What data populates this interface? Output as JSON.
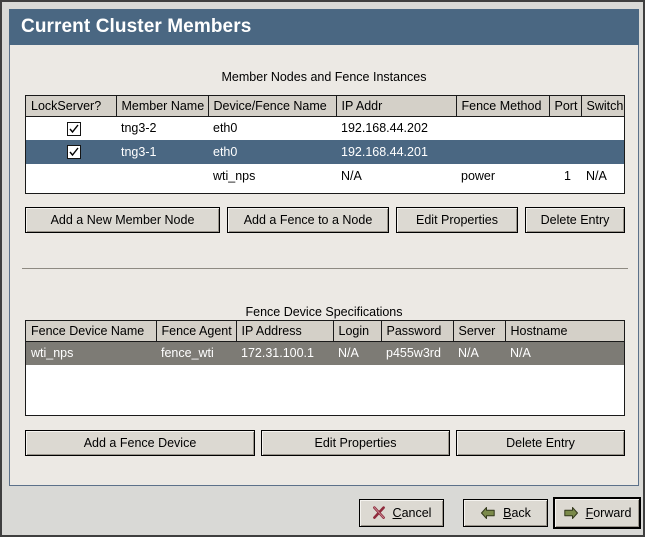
{
  "window": {
    "title": "Current Cluster Members"
  },
  "member_section": {
    "heading": "Member Nodes and Fence Instances",
    "columns": [
      "LockServer?",
      "Member Name",
      "Device/Fence Name",
      "IP Addr",
      "Fence Method",
      "Port",
      "Switch"
    ],
    "rows": [
      {
        "lockserver_checked": true,
        "member_name": "tng3-2",
        "device_fence_name": "eth0",
        "ip_addr": "192.168.44.202",
        "fence_method": "",
        "port": "",
        "switch": "",
        "selected": false
      },
      {
        "lockserver_checked": true,
        "member_name": "tng3-1",
        "device_fence_name": "eth0",
        "ip_addr": "192.168.44.201",
        "fence_method": "",
        "port": "",
        "switch": "",
        "selected": true
      },
      {
        "lockserver_checked": false,
        "member_name": "",
        "device_fence_name": "wti_nps",
        "ip_addr": "N/A",
        "fence_method": "power",
        "port": "1",
        "switch": "N/A",
        "selected": false
      }
    ],
    "buttons": {
      "add_member": "Add a New Member Node",
      "add_fence": "Add a Fence to a Node",
      "edit_properties": "Edit Properties",
      "delete_entry": "Delete Entry"
    }
  },
  "fence_section": {
    "heading": "Fence Device Specifications",
    "columns": [
      "Fence Device Name",
      "Fence Agent",
      "IP Address",
      "Login",
      "Password",
      "Server",
      "Hostname"
    ],
    "rows": [
      {
        "fence_device_name": "wti_nps",
        "fence_agent": "fence_wti",
        "ip_address": "172.31.100.1",
        "login": "N/A",
        "password": "p455w3rd",
        "server": "N/A",
        "hostname": "N/A",
        "selected": true
      }
    ],
    "buttons": {
      "add_fence_device": "Add a Fence Device",
      "edit_properties": "Edit Properties",
      "delete_entry": "Delete Entry"
    }
  },
  "footer": {
    "cancel": {
      "prefix": "",
      "accel": "C",
      "suffix": "ancel",
      "icon": "cancel-x-icon"
    },
    "back": {
      "prefix": "",
      "accel": "B",
      "suffix": "ack",
      "icon": "arrow-left-icon"
    },
    "forward": {
      "prefix": "",
      "accel": "F",
      "suffix": "orward",
      "icon": "arrow-right-icon"
    }
  },
  "colors": {
    "titlebar": "#4a6782",
    "selection_focused": "#4a6782",
    "selection_unfocused": "#7d7b75",
    "panel_bg": "#ece9e4",
    "header_cell": "#d4d0c8",
    "button_face": "#dcd9d2",
    "cancel_icon": "#8f2b3c",
    "arrow_icon": "#7b8a4a"
  }
}
